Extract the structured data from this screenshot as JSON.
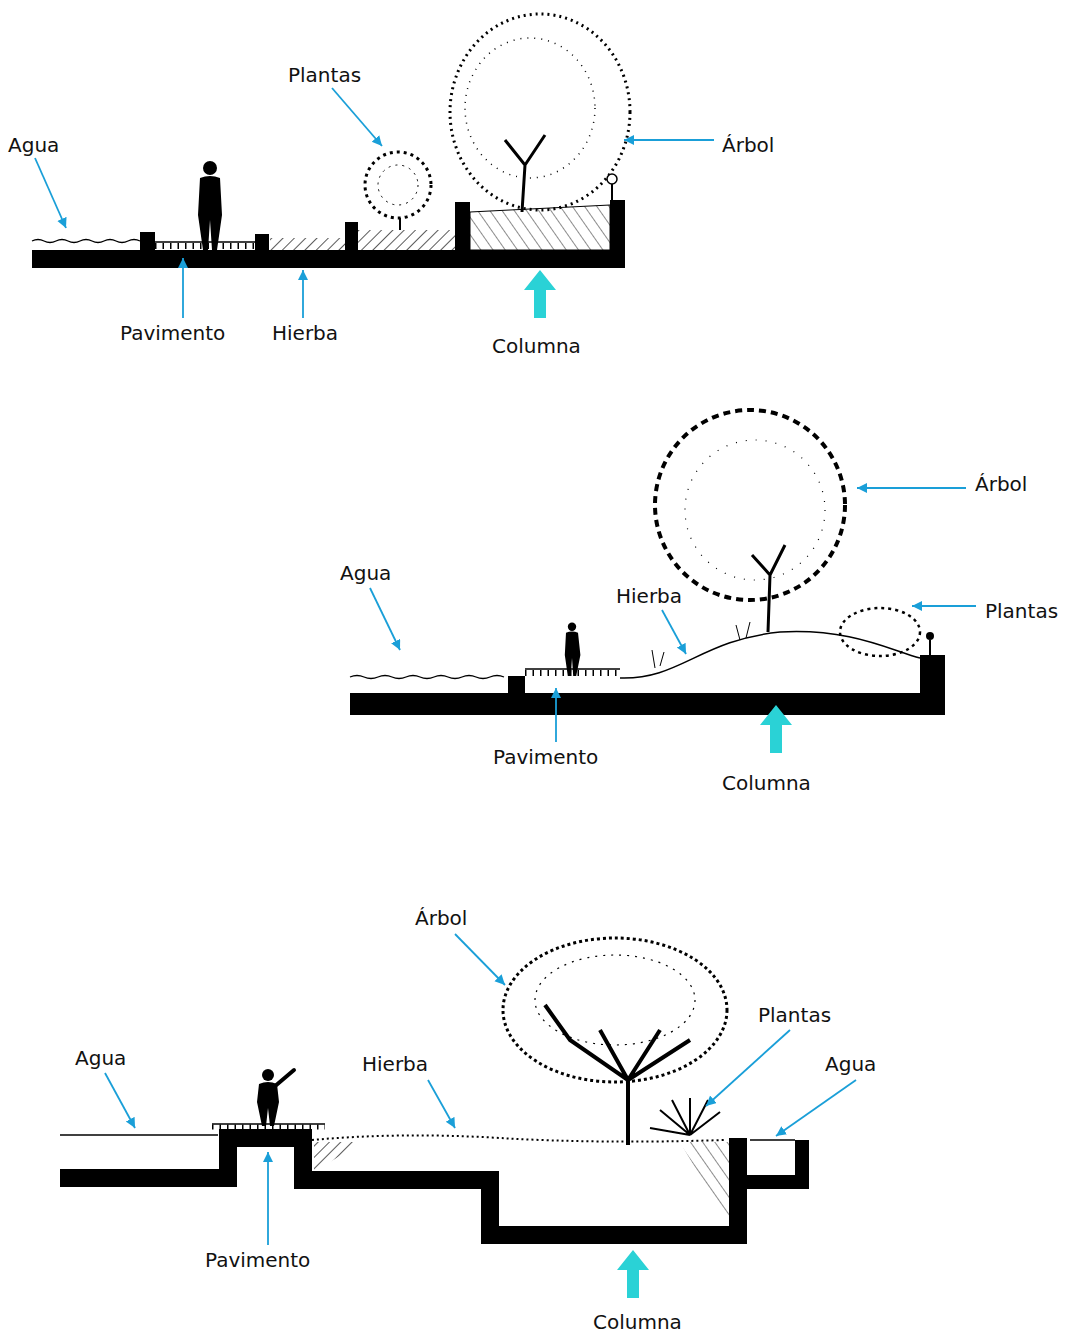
{
  "diagram": {
    "labels": [
      "Plantas",
      "Agua",
      "Árbol",
      "Pavimento",
      "Hierba",
      "Columna",
      "Árbol",
      "Agua",
      "Hierba",
      "Plantas",
      "Pavimento",
      "Columna",
      "Árbol",
      "Plantas",
      "Agua",
      "Hierba",
      "Agua",
      "Pavimento",
      "Columna"
    ]
  }
}
